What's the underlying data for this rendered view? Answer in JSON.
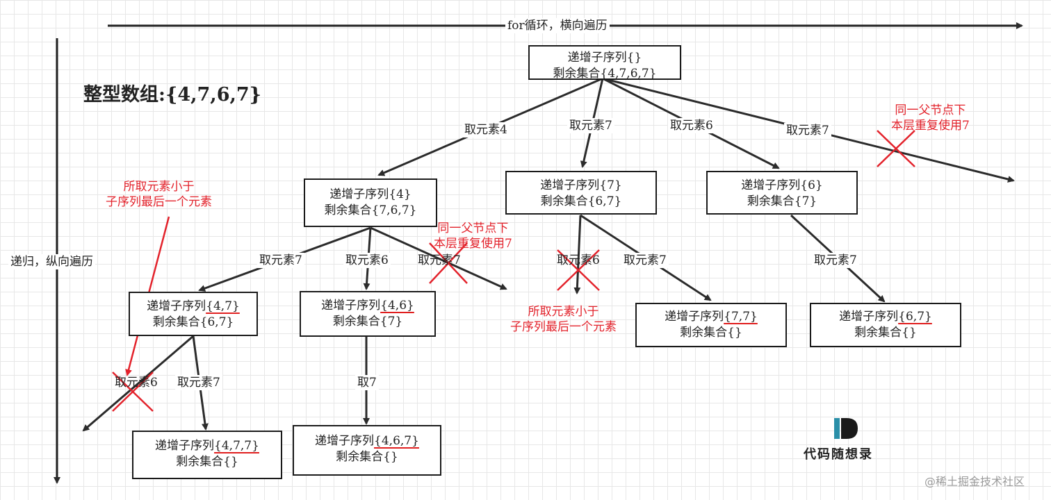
{
  "title": "整型数组:{4,7,6,7}",
  "axis": {
    "horizontal": "for循环，横向遍历",
    "vertical": "递归，纵向遍历"
  },
  "nodes": {
    "root": {
      "line1_prefix": "递增子序列",
      "line1_set": "{}",
      "line2": "剩余集合{4,7,6,7}"
    },
    "n4": {
      "line1_prefix": "递增子序列",
      "line1_set": "{4}",
      "line2": "剩余集合{7,6,7}"
    },
    "n7": {
      "line1_prefix": "递增子序列",
      "line1_set": "{7}",
      "line2": "剩余集合{6,7}"
    },
    "n6": {
      "line1_prefix": "递增子序列",
      "line1_set": "{6}",
      "line2": "剩余集合{7}"
    },
    "n47": {
      "line1_prefix": "递增子序列",
      "line1_set": "{4,7}",
      "line2": "剩余集合{6,7}"
    },
    "n46": {
      "line1_prefix": "递增子序列",
      "line1_set": "{4,6}",
      "line2": "剩余集合{7}"
    },
    "n77": {
      "line1_prefix": "递增子序列",
      "line1_set": "{7,7}",
      "line2": "剩余集合{}"
    },
    "n67": {
      "line1_prefix": "递增子序列",
      "line1_set": "{6,7}",
      "line2": "剩余集合{}"
    },
    "n477": {
      "line1_prefix": "递增子序列",
      "line1_set": "{4,7,7}",
      "line2": "剩余集合{}"
    },
    "n467": {
      "line1_prefix": "递增子序列",
      "line1_set": "{4,6,7}",
      "line2": "剩余集合{}"
    }
  },
  "edge_labels": {
    "r_4": "取元素4",
    "r_7": "取元素7",
    "r_6": "取元素6",
    "r_7b": "取元素7",
    "n4_7": "取元素7",
    "n4_6": "取元素6",
    "n4_7b": "取元素7",
    "n7_6": "取元素6",
    "n7_7": "取元素7",
    "n6_7": "取元素7",
    "n47_6": "取元素6",
    "n47_7": "取元素7",
    "n46_7": "取7"
  },
  "annotations": {
    "same_parent_top": "同一父节点下\n本层重复使用7",
    "same_parent_mid": "同一父节点下\n本层重复使用7",
    "smaller_left": "所取元素小于\n子序列最后一个元素",
    "smaller_mid": "所取元素小于\n子序列最后一个元素"
  },
  "logo": {
    "text": "代码随想录",
    "mark": "D"
  },
  "watermark": "@稀土掘金技术社区",
  "colors": {
    "accent_red": "#e3222b",
    "line": "#2b2b2b",
    "logo_teal": "#2a8fa8"
  }
}
